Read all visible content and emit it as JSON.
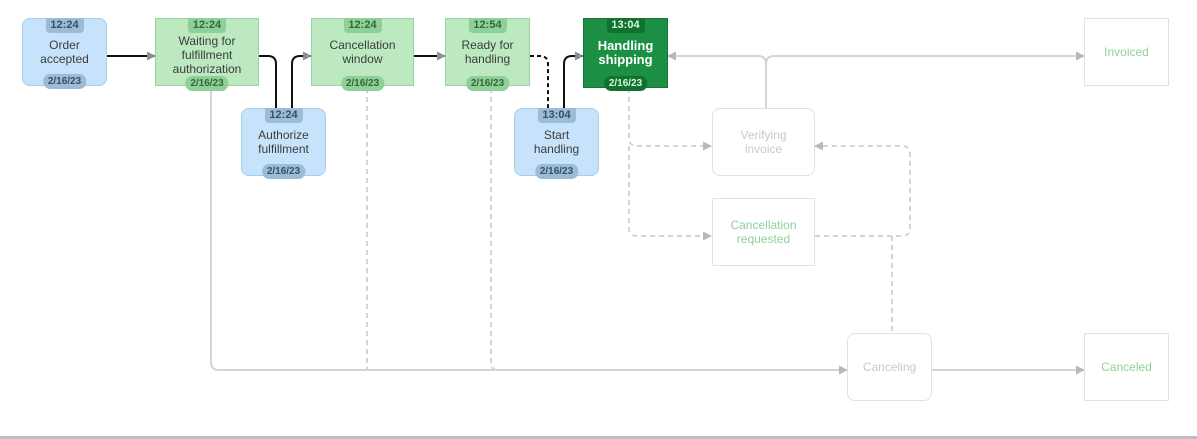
{
  "colors": {
    "blue_fill": "#c7e3fb",
    "green_fill": "#bce9c0",
    "active_fill": "#1d8f45",
    "ghost_text": "#c9c9c9",
    "ghost_green_text": "#8fd19a",
    "path_line": "#111111",
    "inactive_line": "#d4d4d8"
  },
  "nodes": {
    "order_accepted": {
      "time": "12:24",
      "label": "Order\naccepted",
      "date": "2/16/23"
    },
    "waiting_auth": {
      "time": "12:24",
      "label": "Waiting for\nfulfillment\nauthorization",
      "date": "2/16/23"
    },
    "authorize_fulfillment": {
      "time": "12:24",
      "label": "Authorize\nfulfillment",
      "date": "2/16/23"
    },
    "cancellation_window": {
      "time": "12:24",
      "label": "Cancellation\nwindow",
      "date": "2/16/23"
    },
    "ready_handling": {
      "time": "12:54",
      "label": "Ready for\nhandling",
      "date": "2/16/23"
    },
    "start_handling": {
      "time": "13:04",
      "label": "Start\nhandling",
      "date": "2/16/23"
    },
    "handling_shipping": {
      "time": "13:04",
      "label": "Handling\nshipping",
      "date": "2/16/23"
    },
    "verifying_invoice": {
      "label": "Verifying\ninvoice"
    },
    "cancellation_requested": {
      "label": "Cancellation\nrequested"
    },
    "canceling": {
      "label": "Canceling"
    },
    "invoiced": {
      "label": "Invoiced"
    },
    "canceled": {
      "label": "Canceled"
    }
  }
}
